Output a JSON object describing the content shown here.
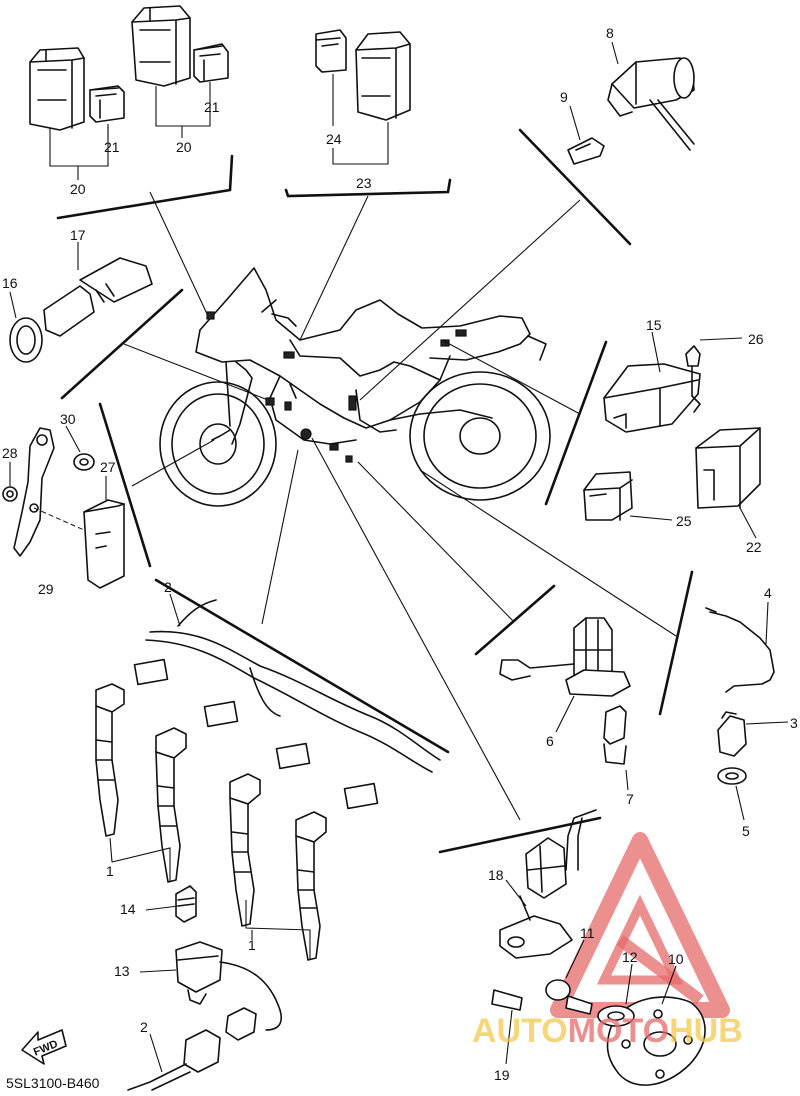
{
  "diagram": {
    "code": "5SL3100-B460",
    "fwd_label": "FWD",
    "callouts": {
      "c1a": "1",
      "c1b": "1",
      "c2a": "2",
      "c2b": "2",
      "c3": "3",
      "c4": "4",
      "c5": "5",
      "c6": "6",
      "c7": "7",
      "c8": "8",
      "c9": "9",
      "c10": "10",
      "c11": "11",
      "c12": "12",
      "c13": "13",
      "c14": "14",
      "c15": "15",
      "c16": "16",
      "c17": "17",
      "c18": "18",
      "c19": "19",
      "c20a": "20",
      "c20b": "20",
      "c21a": "21",
      "c21b": "21",
      "c22": "22",
      "c23": "23",
      "c24": "24",
      "c25": "25",
      "c26": "26",
      "c27": "27",
      "c28": "28",
      "c29": "29",
      "c30": "30"
    },
    "watermark": {
      "part1": "AUTO",
      "part2": "MOTO",
      "part3": "HUB"
    },
    "colors": {
      "line": "#111111",
      "watermark_red": "#e66a6a",
      "watermark_yellow": "#f2c94c"
    }
  }
}
